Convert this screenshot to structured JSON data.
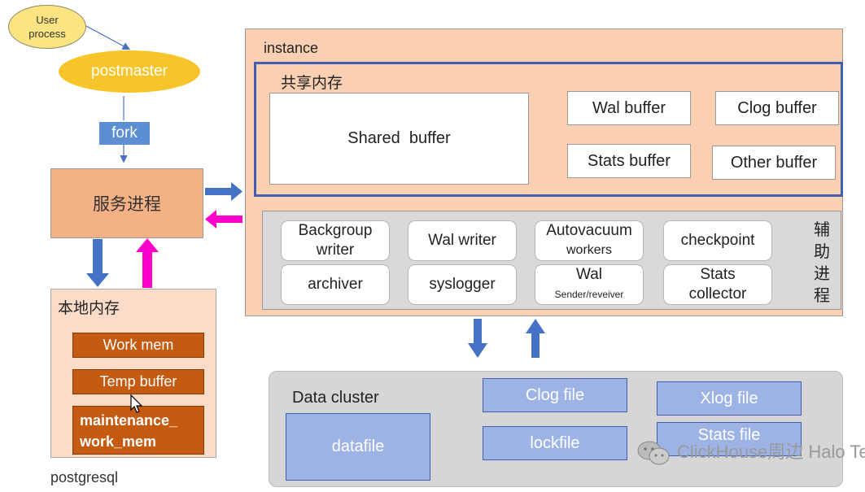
{
  "user_process": "User process",
  "postmaster": "postmaster",
  "fork": "fork",
  "service_process": "服务进程",
  "local_memory": {
    "title": "本地内存",
    "work_mem": "Work mem",
    "temp_buffer": "Temp buffer",
    "maintenance_line1": "maintenance_",
    "maintenance_line2": "work_mem"
  },
  "postgresql_label": "postgresql",
  "instance": {
    "label": "instance",
    "shared_memory": {
      "title": "共享内存",
      "shared_buffer": "Shared  buffer",
      "wal_buffer": "Wal buffer",
      "clog_buffer": "Clog buffer",
      "stats_buffer": "Stats buffer",
      "other_buffer": "Other buffer"
    },
    "aux_processes": {
      "side_label": [
        "辅",
        "助",
        "进",
        "程"
      ],
      "backgroup_writer_1": "Backgroup",
      "backgroup_writer_2": "writer",
      "wal_writer": "Wal writer",
      "autovacuum_1": "Autovacuum",
      "autovacuum_2": "workers",
      "checkpoint": "checkpoint",
      "archiver": "archiver",
      "syslogger": "syslogger",
      "wal_sender_1": "Wal",
      "wal_sender_2": "Sender/reveiver",
      "stats_collector_1": "Stats",
      "stats_collector_2": "collector"
    }
  },
  "data_cluster": {
    "title": "Data cluster",
    "datafile": "datafile",
    "clog_file": "Clog file",
    "xlog_file": "Xlog file",
    "lockfile": "lockfile",
    "stats_file": "Stats file"
  },
  "watermark": "ClickHouse周边 Halo Tech",
  "colors": {
    "blue_arrow": "#4472c4",
    "magenta_arrow": "#ff00cc",
    "instance_bg": "#fbcfb1",
    "service_bg": "#f4b185",
    "local_btn": "#c55a11"
  }
}
